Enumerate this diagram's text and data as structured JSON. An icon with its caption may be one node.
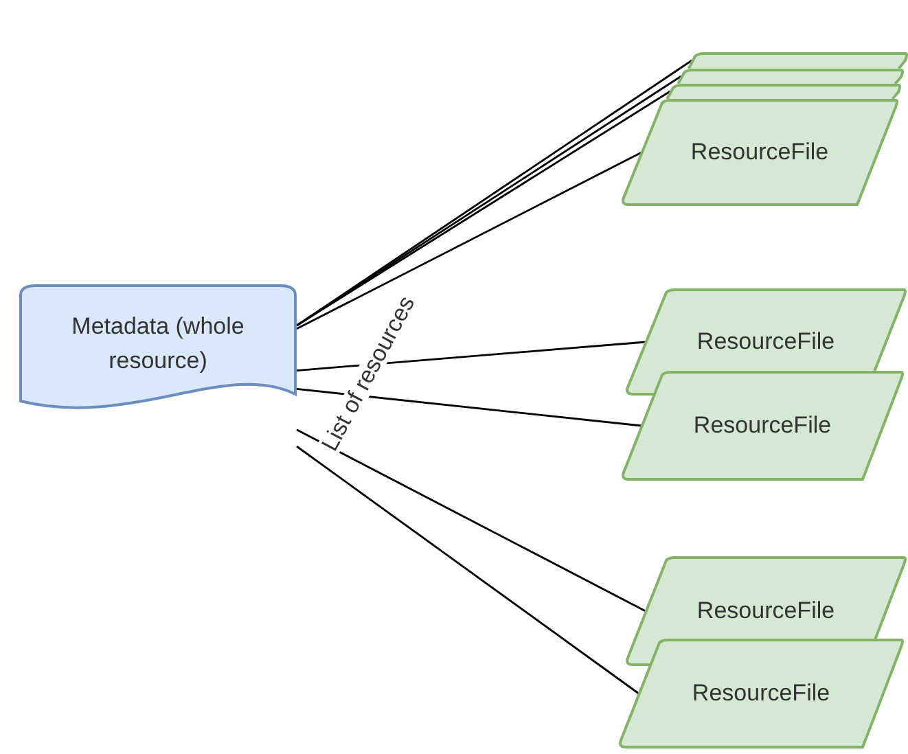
{
  "diagram": {
    "nodes": [
      {
        "text": [
          "Metadata (whole resource)"
        ]
      },
      {
        "text": [],
        "shape": "parallelogram"
      },
      {
        "text": [],
        "shape": "parallelogram"
      },
      {
        "text": [],
        "shape": "parallelogram"
      },
      {
        "text": [
          "ResourceFile"
        ]
      },
      {
        "text": [
          "ResourceFile"
        ]
      },
      {
        "text": [
          "ResourceFile"
        ]
      },
      {
        "text": [
          "ResourceFile"
        ]
      },
      {
        "text": [
          "ResourceFile"
        ]
      }
    ],
    "edges": [
      {
        "from": 0,
        "to": 1,
        "arrow": "none"
      },
      {
        "from": 0,
        "to": 2,
        "arrow": "none"
      },
      {
        "from": 0,
        "to": 3,
        "arrow": "none"
      },
      {
        "from": 0,
        "to": 4,
        "arrow": "none"
      },
      {
        "from": 0,
        "to": 5,
        "arrow": "none"
      },
      {
        "from": 0,
        "to": 6,
        "arrow": "none"
      },
      {
        "from": 0,
        "to": 7,
        "arrow": "none"
      },
      {
        "from": 0,
        "to": 8,
        "arrow": "none"
      }
    ],
    "labels": [
      "List of resources"
    ]
  }
}
